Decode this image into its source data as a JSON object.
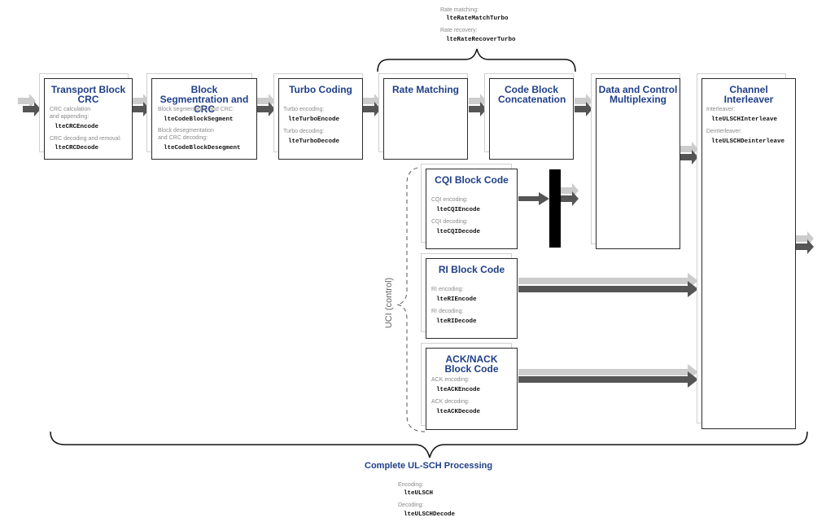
{
  "top_annotation": {
    "rate_matching_label": "Rate matching:",
    "rate_matching_fn": "lteRateMatchTurbo",
    "rate_recovery_label": "Rate recovery:",
    "rate_recovery_fn": "lteRateRecoverTurbo"
  },
  "blocks": {
    "transport_crc": {
      "title": "Transport Block CRC",
      "l1": "CRC calculation\nand appending:",
      "f1": "lteCRCEncode",
      "l2": "CRC decoding and removal:",
      "f2": "lteCRCDecode"
    },
    "block_seg": {
      "title": "Block Segmentration and CRC",
      "l1": "Block segmentation and CRC:",
      "f1": "lteCodeBlockSegment",
      "l2": "Block desegmentation\nand CRC decoding:",
      "f2": "lteCodeBlockDesegment"
    },
    "turbo": {
      "title": "Turbo Coding",
      "l1": "Turbo encoding:",
      "f1": "lteTurboEncode",
      "l2": "Turbo decoding:",
      "f2": "lteTurboDecode"
    },
    "rate_matching": {
      "title": "Rate Matching"
    },
    "cb_concat": {
      "title": "Code Block Concatenation"
    },
    "data_mux": {
      "title": "Data and Control Multiplexing"
    },
    "channel_interleaver": {
      "title": "Channel Interleaver",
      "l1": "Interleaver:",
      "f1": "lteULSCHInterleave",
      "l2": "Deinterleaver:",
      "f2": "lteULSCHDeinterleave"
    },
    "cqi": {
      "title": "CQI Block Code",
      "l1": "CQI encoding:",
      "f1": "lteCQIEncode",
      "l2": "CQI decoding:",
      "f2": "lteCQIDecode"
    },
    "ri": {
      "title": "RI Block Code",
      "l1": "RI encoding:",
      "f1": "lteRIEncode",
      "l2": "RI decoding:",
      "f2": "lteRIDecode"
    },
    "ack": {
      "title": "ACK/NACK Block Code",
      "l1": "ACK encoding:",
      "f1": "lteACKEncode",
      "l2": "ACK decoding:",
      "f2": "lteACKDecode"
    }
  },
  "uci_label": "UCI (control)",
  "bottom": {
    "title": "Complete UL-SCH Processing",
    "enc_label": "Encoding:",
    "enc_fn": "lteULSCH",
    "dec_label": "Decoding:",
    "dec_fn": "lteULSCHDecode"
  },
  "colors": {
    "title_blue": "#1f3f87",
    "arrow_dark": "#555555",
    "arrow_light": "#cccccc"
  }
}
